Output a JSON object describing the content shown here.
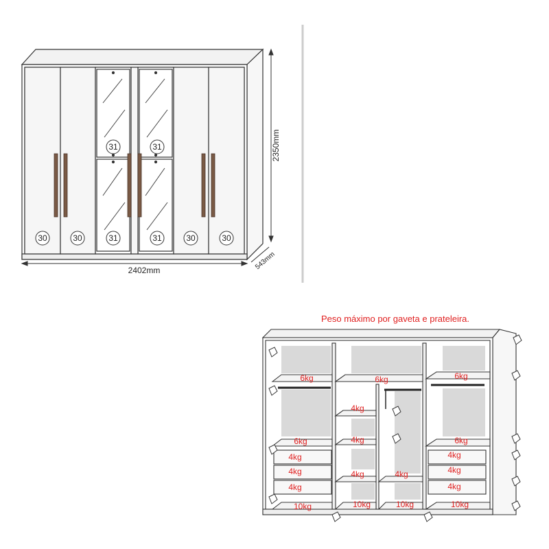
{
  "front_view": {
    "width_label": "2402mm",
    "height_label": "2350mm",
    "depth_label": "543mm",
    "door_codes": [
      "30",
      "30",
      "31",
      "31",
      "31",
      "31",
      "30",
      "30"
    ]
  },
  "weights_view": {
    "title": "Peso máximo por gaveta e prateleira.",
    "labels": {
      "left_top_shelf": "6kg",
      "center_top_shelf": "6kg",
      "right_top_shelf": "6kg",
      "mid_shelf_1": "4kg",
      "mid_shelf_2": "4kg",
      "left_lower_shelf": "6kg",
      "right_lower_shelf": "6kg",
      "left_drawer_1": "4kg",
      "left_drawer_2": "4kg",
      "left_drawer_3": "4kg",
      "right_drawer_1": "4kg",
      "right_drawer_2": "4kg",
      "right_drawer_3": "4kg",
      "center_low_left": "4kg",
      "center_low_right": "4kg",
      "bottom_1": "10kg",
      "bottom_2": "10kg",
      "bottom_3": "10kg",
      "bottom_4": "10kg"
    }
  }
}
